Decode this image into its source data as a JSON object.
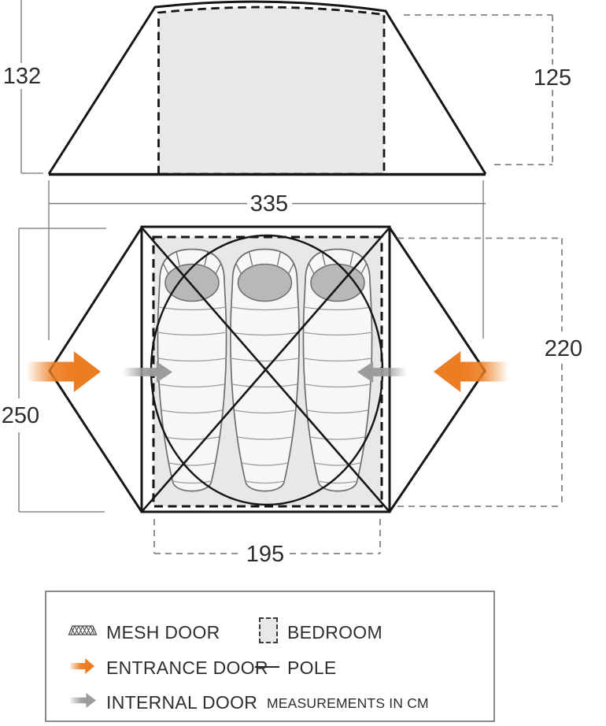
{
  "dimensions": {
    "elevation_total_height_cm": "132",
    "elevation_inner_height_cm": "125",
    "total_width_cm": "335",
    "floorplan_total_depth_cm": "250",
    "bedroom_depth_cm": "220",
    "bedroom_width_cm": "195"
  },
  "legend": {
    "items": [
      {
        "label": "MESH DOOR",
        "icon": "mesh-door-icon"
      },
      {
        "label": "ENTRANCE DOOR",
        "icon": "entrance-door-arrow-icon",
        "color": "#ed7d21"
      },
      {
        "label": "INTERNAL DOOR",
        "icon": "internal-door-arrow-icon",
        "color": "#9c9c9c"
      },
      {
        "label": "BEDROOM",
        "icon": "bedroom-swatch-icon",
        "color": "#e9e7e8"
      },
      {
        "label": "POLE",
        "icon": "pole-line-icon"
      }
    ],
    "note": "MEASUREMENTS IN CM"
  },
  "floorplan": {
    "sleeping_bag_count": 3
  }
}
